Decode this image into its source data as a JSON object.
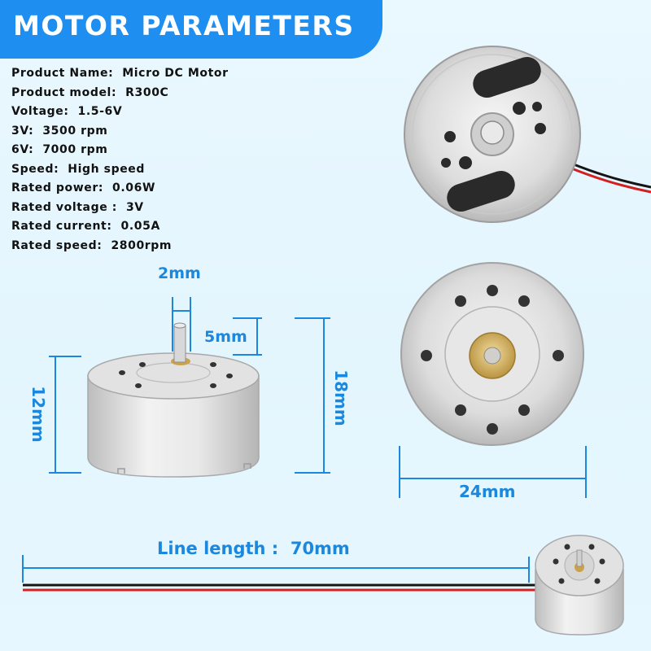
{
  "header": {
    "title": "MOTOR PARAMETERS"
  },
  "specs": [
    {
      "label": "Product Name",
      "value": "Micro DC Motor"
    },
    {
      "label": "Product model",
      "value": "R300C"
    },
    {
      "label": "Voltage",
      "value": "1.5-6V"
    },
    {
      "label": "3V",
      "value": "3500 rpm"
    },
    {
      "label": "6V",
      "value": "7000 rpm"
    },
    {
      "label": "Speed",
      "value": "High speed"
    },
    {
      "label": "Rated power",
      "value": "0.06W"
    },
    {
      "label": "Rated voltage",
      "value": "3V"
    },
    {
      "label": "Rated current",
      "value": "0.05A"
    },
    {
      "label": "Rated speed",
      "value": "2800rpm"
    }
  ],
  "dimensions": {
    "shaft_diameter": "2mm",
    "shaft_length": "5mm",
    "body_height": "12mm",
    "total_height": "18mm",
    "diameter": "24mm",
    "line_length": "Line length :  70mm"
  },
  "colors": {
    "accent": "#1e8ff0",
    "dimension": "#1b88dd",
    "background": "#e6f7ff",
    "wire_red": "#d21f1f",
    "wire_black": "#151515"
  }
}
